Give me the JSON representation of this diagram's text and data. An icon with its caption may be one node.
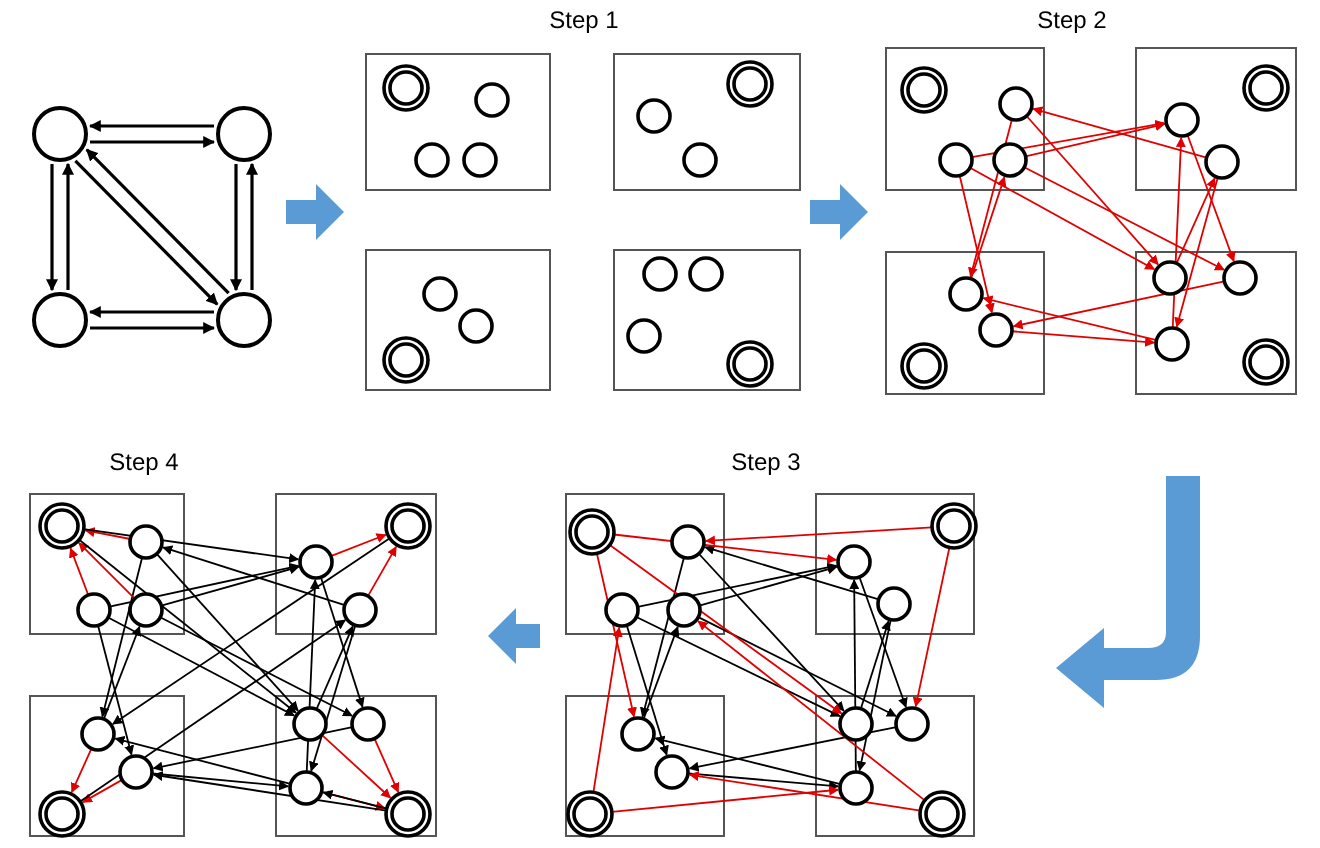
{
  "diagram": {
    "nodes": [
      {
        "text": [],
        "shape": "circle"
      },
      {
        "text": [],
        "shape": "circle"
      },
      {
        "text": [],
        "shape": "circle"
      },
      {
        "text": [],
        "shape": "circle"
      }
    ],
    "edges": [
      {
        "from": 0,
        "to": 1,
        "arrow": "to"
      },
      {
        "from": 1,
        "to": 0,
        "arrow": "to"
      },
      {
        "from": 2,
        "to": 0,
        "arrow": "to"
      },
      {
        "from": 0,
        "to": 2,
        "arrow": "to"
      },
      {
        "from": 3,
        "to": 1,
        "arrow": "to"
      },
      {
        "from": 1,
        "to": 3,
        "arrow": "to"
      },
      {
        "from": 0,
        "to": 3,
        "arrow": "to"
      },
      {
        "from": 3,
        "to": 0,
        "arrow": "to"
      },
      {
        "from": 2,
        "to": 3,
        "arrow": "to"
      },
      {
        "from": 3,
        "to": 2,
        "arrow": "to"
      }
    ],
    "labels": [
      "Step 1",
      "Step 2",
      "Step 4",
      "Step 3"
    ]
  }
}
